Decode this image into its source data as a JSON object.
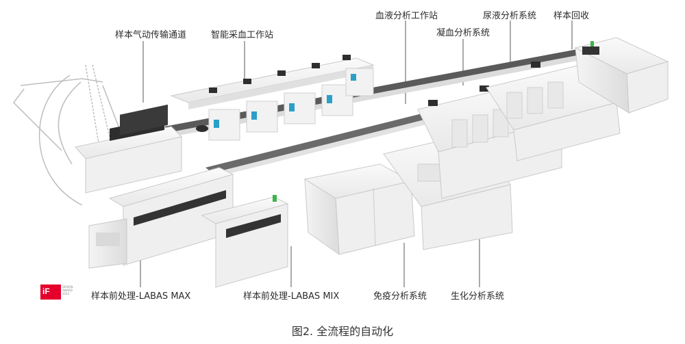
{
  "labels": {
    "pneumatic": "样本气动传输通道",
    "smart_blood": "智能采血工作站",
    "blood_ws": "血液分析工作站",
    "urine": "尿液分析系统",
    "recovery": "样本回收",
    "coag": "凝血分析系统",
    "labas_max": "样本前处理-LABAS MAX",
    "labas_mix": "样本前处理-LABAS MIX",
    "immuno": "免疫分析系统",
    "biochem": "生化分析系统"
  },
  "caption": "图2. 全流程的自动化",
  "award": {
    "logo": "iF",
    "text": "DESIGN AWARD 2023"
  },
  "colors": {
    "machine": "#f1f1f1",
    "edge": "#c9c9c9",
    "screen": "#2e2e2e",
    "accent": "#2aa0c8",
    "award": "#e4002b"
  }
}
